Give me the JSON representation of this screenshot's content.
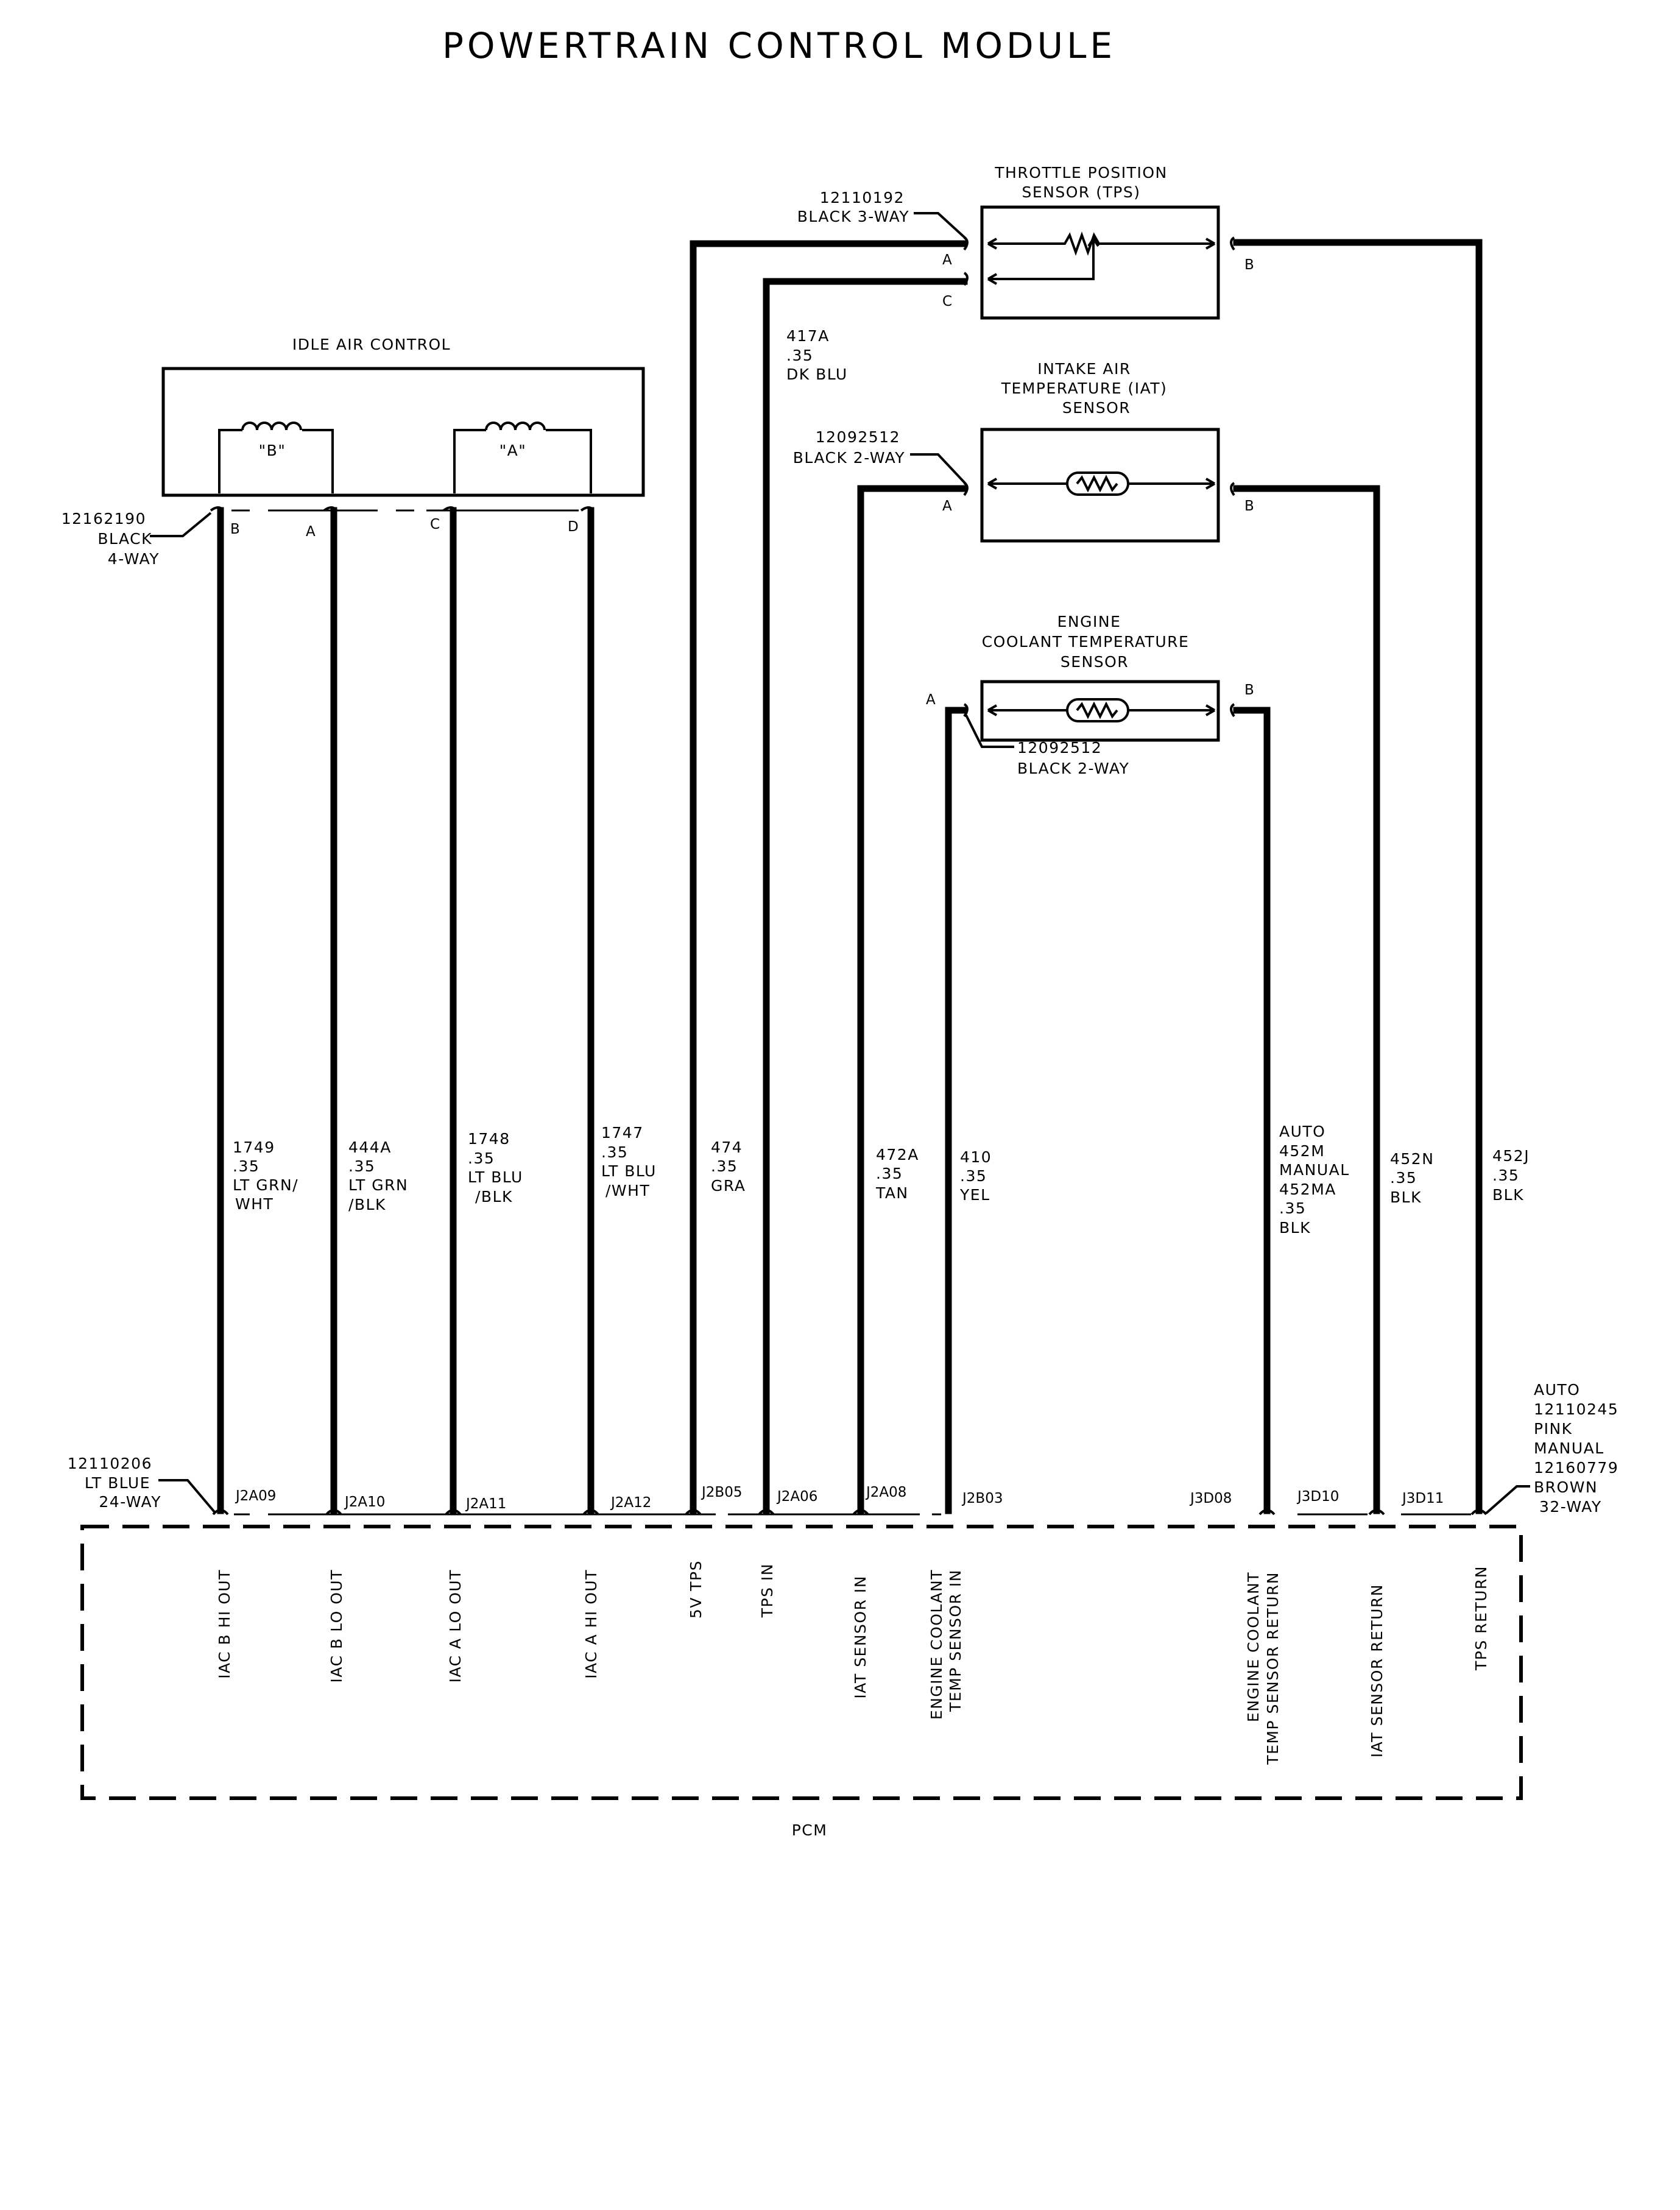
{
  "title": "POWERTRAIN CONTROL MODULE",
  "components": {
    "iac": {
      "label": "IDLE AIR CONTROL",
      "coil_b": "\"B\"",
      "coil_a": "\"A\"",
      "connector": [
        "12162190",
        "BLACK",
        "4-WAY"
      ],
      "pins": [
        "B",
        "A",
        "C",
        "D"
      ]
    },
    "tps": {
      "label": [
        "THROTTLE POSITION",
        "SENSOR (TPS)"
      ],
      "connector": [
        "12110192",
        "BLACK 3-WAY"
      ],
      "pins": [
        "A",
        "C",
        "B"
      ]
    },
    "iat": {
      "label": [
        "INTAKE AIR",
        "TEMPERATURE (IAT)",
        "SENSOR"
      ],
      "connector": [
        "12092512",
        "BLACK 2-WAY"
      ],
      "pins": [
        "A",
        "B"
      ]
    },
    "ect": {
      "label": [
        "ENGINE",
        "COOLANT TEMPERATURE",
        "SENSOR"
      ],
      "connector": [
        "12092512",
        "BLACK 2-WAY"
      ],
      "pins": [
        "A",
        "B"
      ]
    }
  },
  "wires": [
    {
      "label": [
        "1749",
        ".35",
        "LT GRN/",
        "WHT"
      ],
      "pcm_pin": "J2A09",
      "function": [
        "IAC B HI OUT"
      ]
    },
    {
      "label": [
        "444A",
        ".35",
        "LT GRN",
        "/BLK"
      ],
      "pcm_pin": "J2A10",
      "function": [
        "IAC B LO OUT"
      ]
    },
    {
      "label": [
        "1748",
        ".35",
        "LT BLU",
        "/BLK"
      ],
      "pcm_pin": "J2A11",
      "function": [
        "IAC A LO OUT"
      ]
    },
    {
      "label": [
        "1747",
        ".35",
        "LT BLU",
        "/WHT"
      ],
      "pcm_pin": "J2A12",
      "function": [
        "IAC A HI OUT"
      ]
    },
    {
      "label": [
        "474",
        ".35",
        "GRA"
      ],
      "pcm_pin": "J2B05",
      "function": [
        "5V TPS"
      ]
    },
    {
      "label": [
        "417A",
        ".35",
        "DK BLU"
      ],
      "pcm_pin": "J2A06",
      "function": [
        "TPS IN"
      ]
    },
    {
      "label": [
        "472A",
        ".35",
        "TAN"
      ],
      "pcm_pin": "J2A08",
      "function": [
        "IAT SENSOR IN"
      ]
    },
    {
      "label": [
        "410",
        ".35",
        "YEL"
      ],
      "pcm_pin": "J2B03",
      "function": [
        "ENGINE COOLANT",
        "TEMP SENSOR IN"
      ]
    },
    {
      "label": [
        "AUTO",
        "452M",
        "MANUAL",
        "452MA",
        ".35",
        "BLK"
      ],
      "pcm_pin": "J3D08",
      "function": [
        "ENGINE COOLANT",
        "TEMP SENSOR RETURN"
      ]
    },
    {
      "label": [
        "452N",
        ".35",
        "BLK"
      ],
      "pcm_pin": "J3D10",
      "function": [
        "IAT SENSOR RETURN"
      ]
    },
    {
      "label": [
        "452J",
        ".35",
        "BLK"
      ],
      "pcm_pin": "J3D11",
      "function": [
        "TPS RETURN"
      ]
    }
  ],
  "pcm": {
    "label": "PCM",
    "connector_j2": [
      "12110206",
      "LT BLUE",
      "24-WAY"
    ],
    "connector_j3": [
      "AUTO",
      "12110245",
      "PINK",
      "MANUAL",
      "12160779",
      "BROWN",
      "32-WAY"
    ]
  }
}
